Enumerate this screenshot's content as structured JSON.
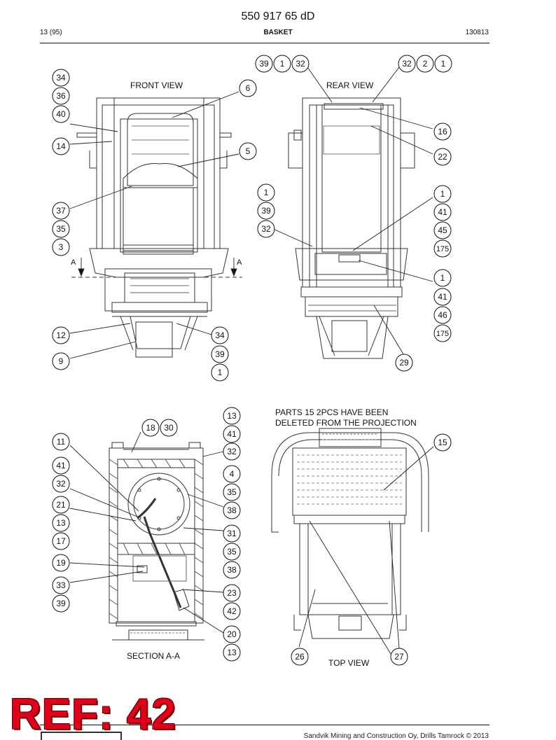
{
  "header": {
    "title": "550 917 65 dD",
    "page": "13 (95)",
    "section": "BASKET",
    "doc_code": "130813"
  },
  "views": {
    "front": "FRONT VIEW",
    "rear": "REAR VIEW",
    "section": "SECTION A-A",
    "top": "TOP VIEW",
    "cut_marker": "A"
  },
  "note": {
    "line1": "PARTS 15 2PCS HAVE BEEN",
    "line2": "DELETED FROM THE PROJECTION"
  },
  "callouts": {
    "front_left": [
      "34",
      "36",
      "40",
      "14",
      "37",
      "35",
      "3",
      "12",
      "9"
    ],
    "front_right": [
      "6",
      "5",
      "34",
      "39",
      "1"
    ],
    "rear_top_left": [
      "39",
      "1",
      "32"
    ],
    "rear_top_right": [
      "32",
      "2",
      "1"
    ],
    "rear_left": [
      "1",
      "39",
      "32"
    ],
    "rear_right": [
      "16",
      "22",
      "1",
      "41",
      "45",
      "175",
      "1",
      "41",
      "46",
      "175",
      "29"
    ],
    "section_top": [
      "18",
      "30"
    ],
    "section_left": [
      "11",
      "41",
      "32",
      "21",
      "13",
      "17",
      "19",
      "33",
      "39"
    ],
    "section_right": [
      "13",
      "41",
      "32",
      "4",
      "35",
      "38",
      "31",
      "35",
      "38",
      "23",
      "42",
      "20",
      "13"
    ],
    "top_view": [
      "15",
      "26",
      "27"
    ]
  },
  "footer": {
    "stamp": "REF: 42",
    "copyright": "Sandvik Mining and Construction Oy, Drills Tamrock © 2013"
  }
}
